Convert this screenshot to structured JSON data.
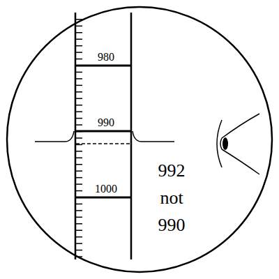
{
  "diagram": {
    "labels": [
      "980",
      "990",
      "1000",
      "992 not 990"
    ]
  }
}
